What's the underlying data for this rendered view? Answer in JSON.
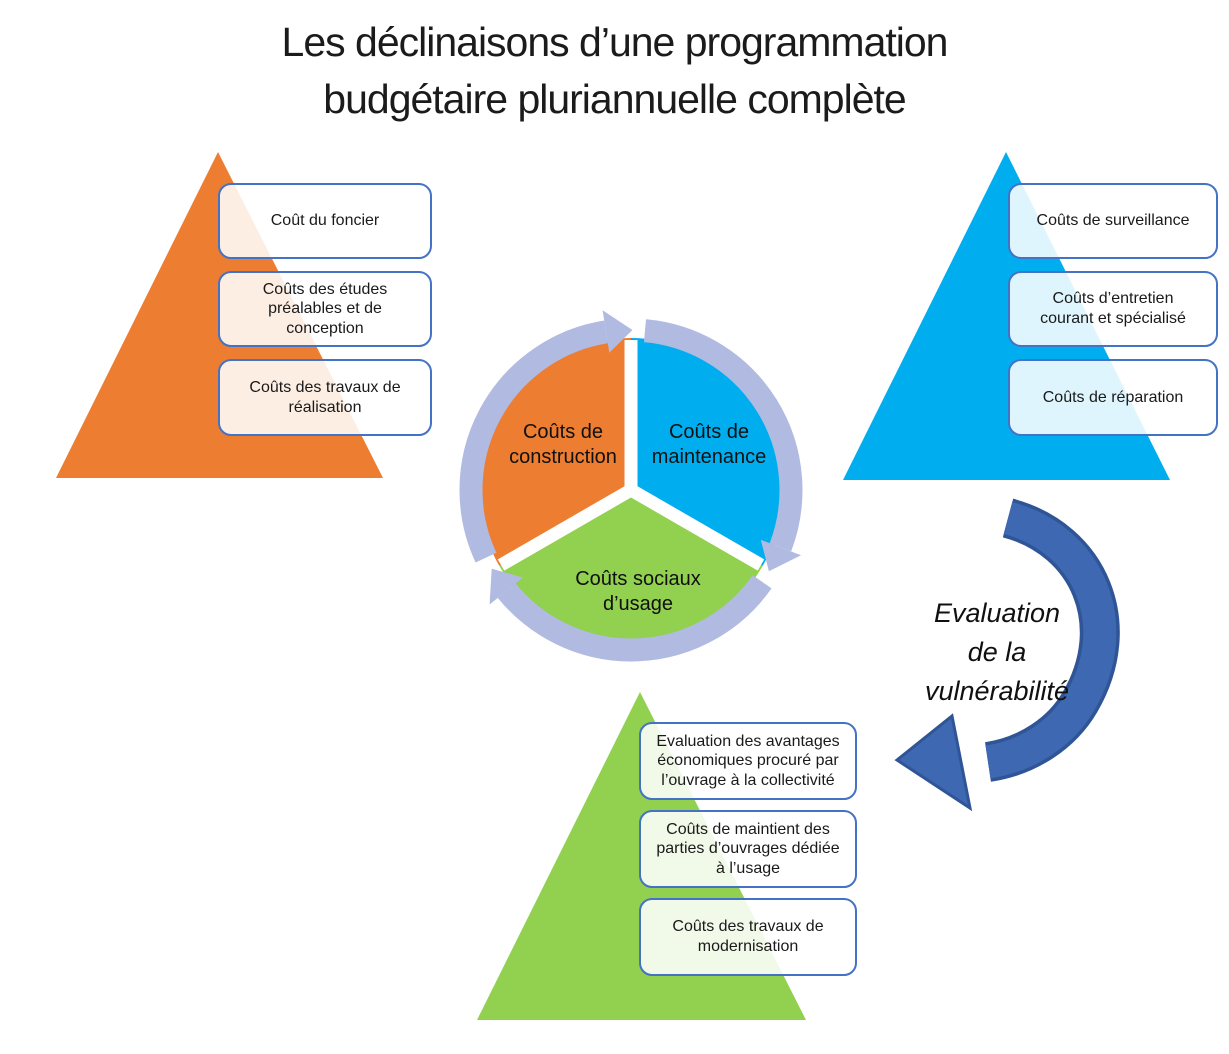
{
  "title": {
    "line1": "Les déclinaisons d’une programmation",
    "line2": "budgétaire pluriannuelle complète"
  },
  "construction_triangle": {
    "color": "#ED7D31",
    "box1": "Coût du foncier",
    "box2": "Coûts des études préalables et de conception",
    "box3": "Coûts des travaux de réalisation"
  },
  "maintenance_triangle": {
    "color": "#00AEEF",
    "box1": "Coûts de surveillance",
    "box2": "Coûts d’entretien courant et spécialisé",
    "box3": "Coûts de réparation"
  },
  "usage_triangle": {
    "color": "#92D050",
    "box1": "Evaluation des avantages économiques procuré par l’ouvrage à la collectivité",
    "box2": "Coûts de maintient des parties d’ouvrages dédiée à l’usage",
    "box3": "Coûts des travaux de modernisation"
  },
  "cycle": {
    "ring_color": "#B1BAE0",
    "segments": [
      {
        "label": "Coûts de construction",
        "color": "#ED7D31"
      },
      {
        "label": "Coûts de maintenance",
        "color": "#00AEEF"
      },
      {
        "label": "Coûts sociaux d’usage",
        "color": "#92D050"
      }
    ]
  },
  "vulnerability_note": {
    "line1": "Evaluation",
    "line2": "de la",
    "line3": "vulnérabilité",
    "arrow_fill": "#3E68B2",
    "arrow_outline": "#2F5597"
  },
  "box_border_color": "#4472C4"
}
